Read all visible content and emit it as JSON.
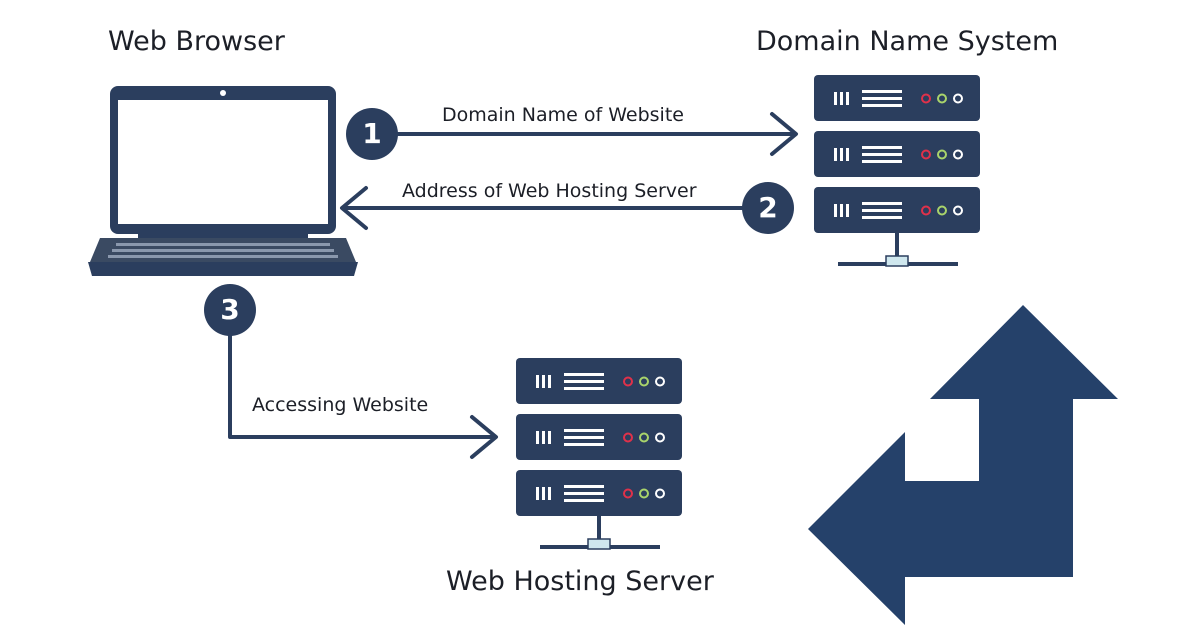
{
  "titles": {
    "browser": "Web Browser",
    "dns": "Domain Name System",
    "hosting": "Web Hosting Server"
  },
  "steps": [
    {
      "number": "1",
      "label": "Domain Name of Website"
    },
    {
      "number": "2",
      "label": "Address of Web Hosting Server"
    },
    {
      "number": "3",
      "label": "Accessing Website"
    }
  ],
  "colors": {
    "navy": "#2b3e5e",
    "text": "#1c1f27",
    "keyboard": "#3a4a62",
    "led_red": "#e0314a",
    "led_green": "#a9d46b",
    "led_white": "#ffffff",
    "stand_accent": "#cfe7ee"
  },
  "icons": {
    "browser": "laptop-icon",
    "dns": "server-stack-icon",
    "hosting": "server-stack-icon",
    "corner": "bidirectional-corner-arrow-icon"
  }
}
